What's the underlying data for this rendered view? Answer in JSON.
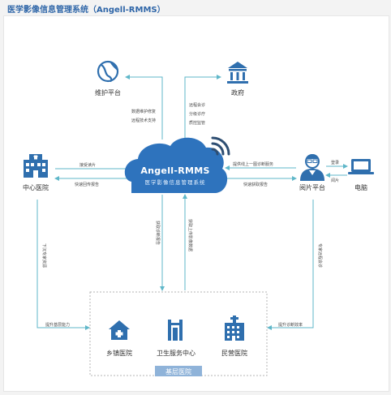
{
  "title": "医学影像信息管理系统（Angell-RMMS）",
  "colors": {
    "accent": "#2f66a8",
    "icon_blue": "#2f6fae",
    "cloud": "#2e73bd",
    "arrow": "#5fb7c9",
    "footer_bg": "#8fb3d9"
  },
  "cloud": {
    "name": "Angell-RMMS",
    "subtitle": "医学影像信息管理系统"
  },
  "nodes": {
    "maintenance": "维护平台",
    "government": "政府",
    "central_hospital": "中心医院",
    "film_platform": "阅片平台",
    "computer": "电脑",
    "township_hospital": "乡镇医院",
    "health_center": "卫生服务中心",
    "private_hospital": "民营医院"
  },
  "footer": "基层医院",
  "edges": {
    "maintenance_1": "数据维护修复",
    "maintenance_2": "远程技术支持",
    "government_1": "远程会诊",
    "government_2": "分级诊疗",
    "government_3": "质控监管",
    "central_to_cloud": "接受读片",
    "cloud_to_central": "快速回传报告",
    "film_to_cloud": "提供线上一图诊断服务",
    "cloud_to_film": "快速获取报告",
    "film_to_computer": "登录",
    "computer_to_film": "阅片",
    "cloud_to_grassroots": "获取诊断报告",
    "grassroots_to_cloud": "获取上传影像数据",
    "central_to_grassroots": "下沉专家资源",
    "grassroots_to_central": "提升基层能力",
    "film_to_grassroots": "专家远程会诊",
    "grassroots_to_film": "提升诊断效率"
  }
}
